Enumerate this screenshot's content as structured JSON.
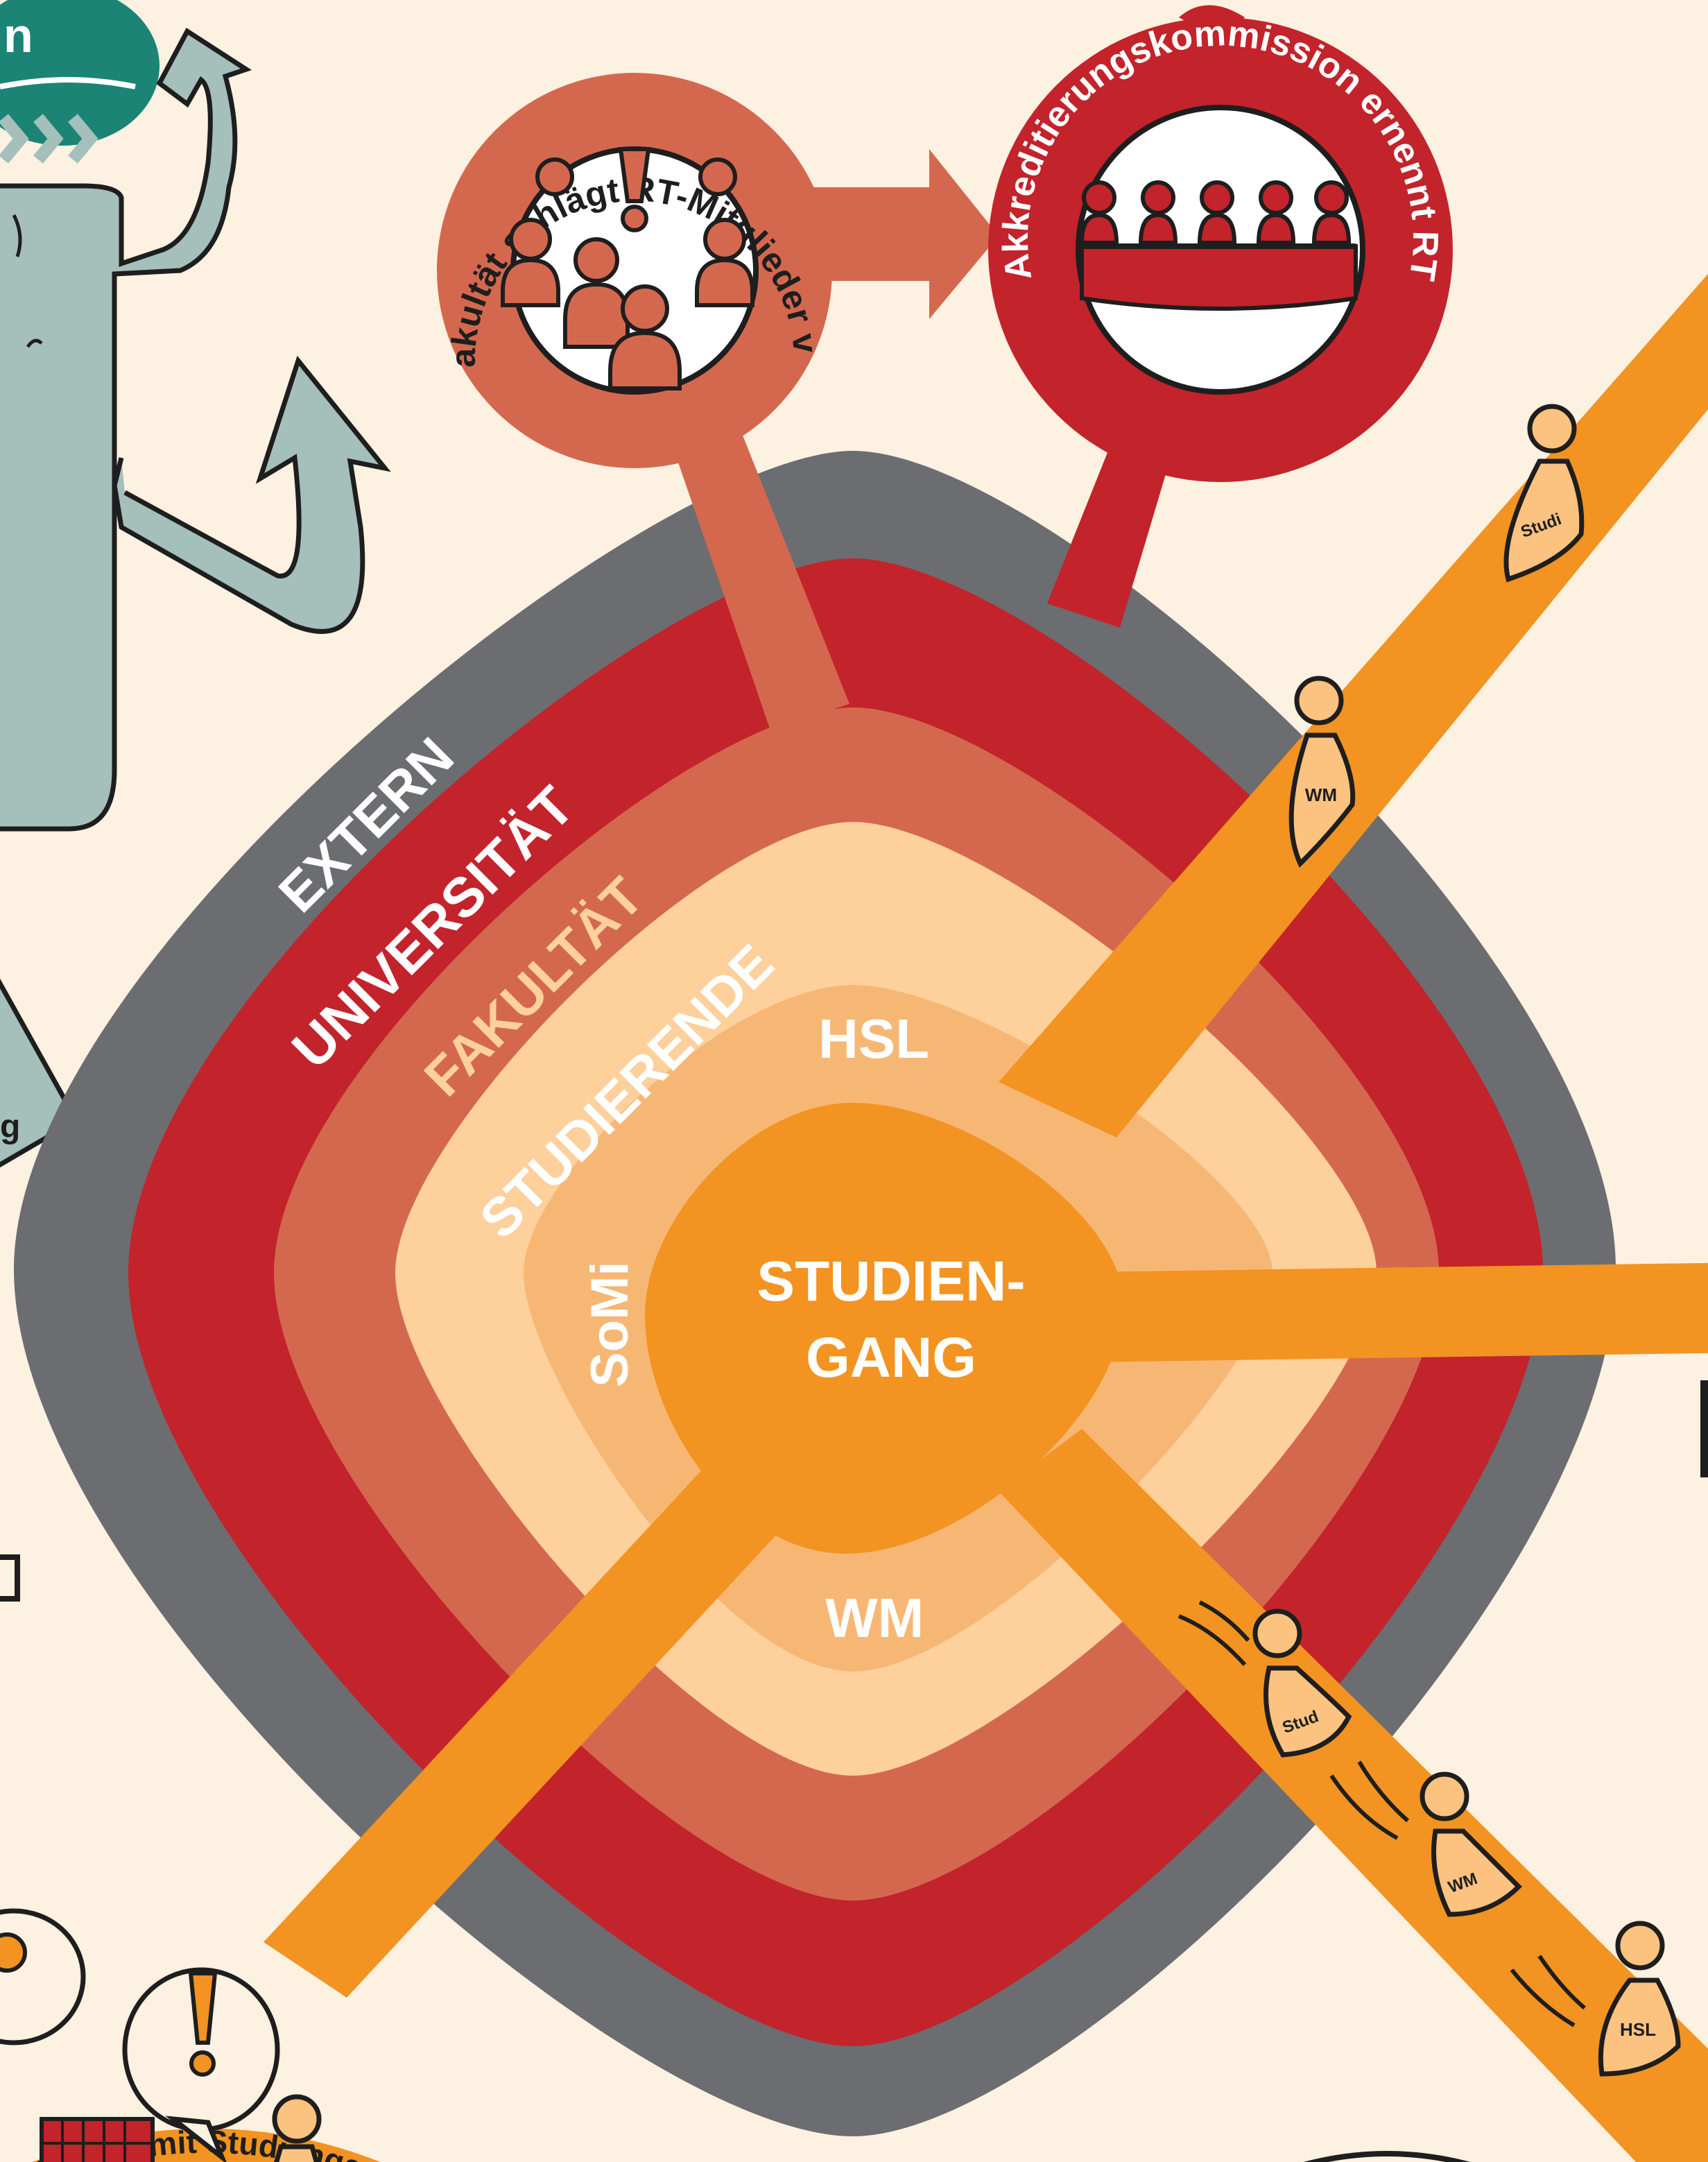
{
  "layers": {
    "extern": "EXTERN",
    "universitaet": "UNIVERSITÄT",
    "fakultaet": "FAKULTÄT",
    "studierende": "STUDIERENDE",
    "hsl": "HSL",
    "somi": "SoMi",
    "wm": "WM",
    "center_line1": "STUDIEN-",
    "center_line2": "GANG"
  },
  "faculty_circle": {
    "text": "Fakultät schlägt RT-Mitglieder vor",
    "icon": "exclamation-icon"
  },
  "commission_circle": {
    "text": "Akkreditierungskommission ernennt RT",
    "icon": "panel-table-icon"
  },
  "walkers": {
    "studi": "Studi",
    "wm": "WM",
    "stud": "Stud",
    "hsl": "HSL"
  },
  "partial": {
    "top_left_fragment": "n",
    "left_fragment": "g",
    "bottom_arc_text": "Ergebnisse mit Studiengan"
  },
  "colors": {
    "background": "#fdf1e1",
    "extern": "#6b6d71",
    "universitaet": "#c3232b",
    "fakultaet": "#d4684f",
    "studierende": "#fdd09c",
    "inner": "#f7b774",
    "center": "#f39321",
    "teal": "#1b8475",
    "mint": "#a5bfbb",
    "outline": "#1e1e1e"
  }
}
